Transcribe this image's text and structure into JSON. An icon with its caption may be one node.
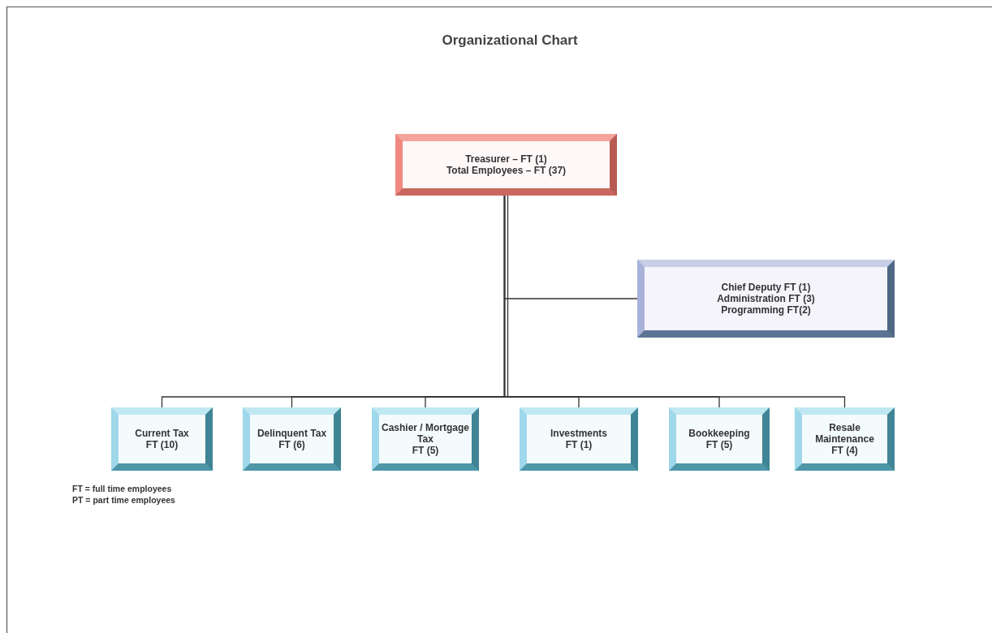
{
  "diagram": {
    "title": "Organizational Chart",
    "nodes": [
      {
        "text": [
          "Treasurer – FT (1)",
          "Total Employees – FT (37)"
        ]
      },
      {
        "text": [
          "Chief Deputy FT (1)",
          "Administration FT (3)",
          "Programming FT(2)"
        ]
      },
      {
        "text": [
          "Current Tax",
          "FT (10)"
        ]
      },
      {
        "text": [
          "Delinquent Tax",
          "FT (6)"
        ]
      },
      {
        "text": [
          "Cashier / Mortgage Tax",
          "FT (5)"
        ]
      },
      {
        "text": [
          "Investments",
          "FT (1)"
        ]
      },
      {
        "text": [
          "Bookkeeping",
          "FT (5)"
        ]
      },
      {
        "text": [
          "Resale Maintenance",
          "FT (4)"
        ]
      }
    ],
    "edges": [
      {
        "from": 0,
        "to": 1,
        "arrow": "none"
      },
      {
        "from": 0,
        "to": 2,
        "arrow": "none"
      },
      {
        "from": 0,
        "to": 3,
        "arrow": "none"
      },
      {
        "from": 0,
        "to": 4,
        "arrow": "none"
      },
      {
        "from": 0,
        "to": 5,
        "arrow": "none"
      },
      {
        "from": 0,
        "to": 6,
        "arrow": "none"
      },
      {
        "from": 0,
        "to": 7,
        "arrow": "none"
      }
    ],
    "labels": [
      "FT = full time employees",
      "PT = part time employees"
    ]
  }
}
